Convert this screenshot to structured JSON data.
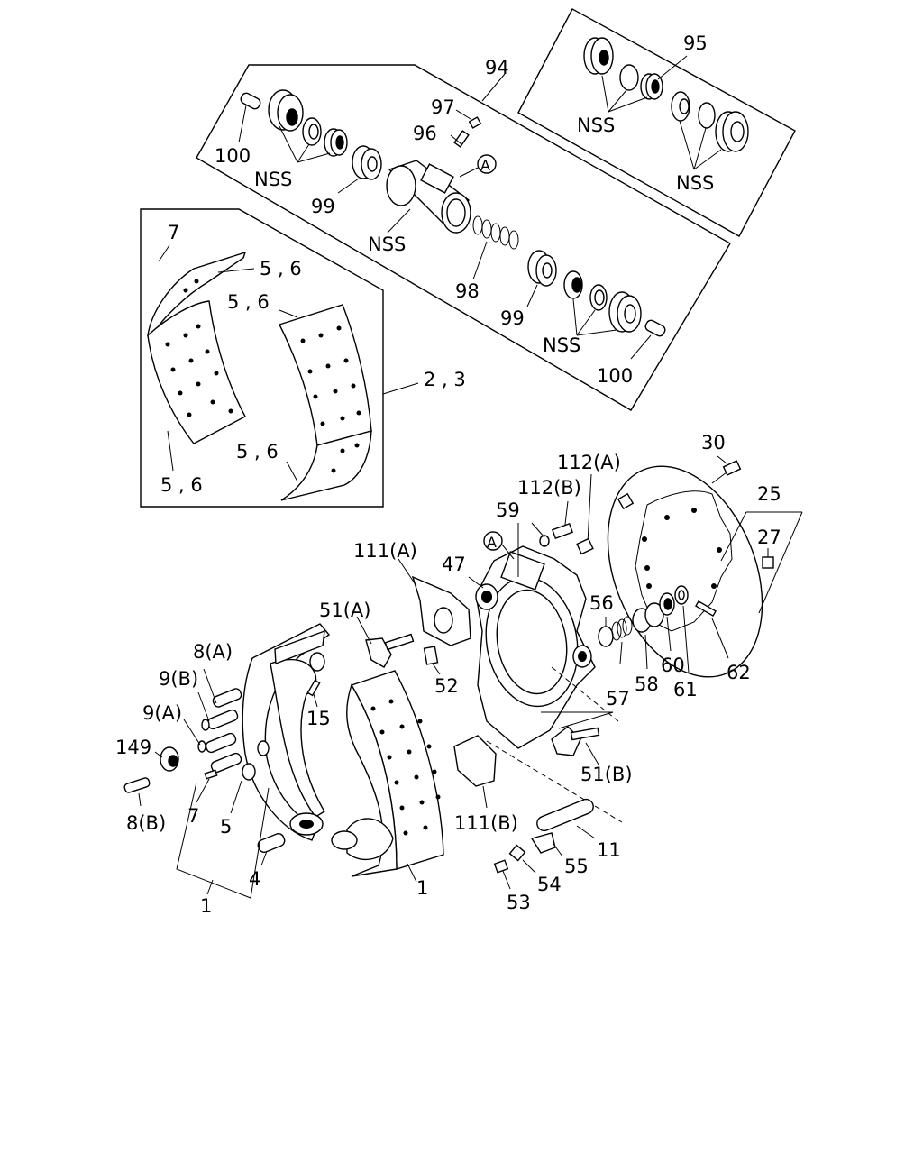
{
  "labels": {
    "l95": "95",
    "l94": "94",
    "l97": "97",
    "l96": "96",
    "l100a": "100",
    "l100b": "100",
    "nss1": "NSS",
    "nss2": "NSS",
    "nss3": "NSS",
    "nss4": "NSS",
    "nss5": "NSS",
    "l99a": "99",
    "l99b": "99",
    "l98": "98",
    "markA1": "A",
    "markA2": "A",
    "l7a": "7",
    "l56a": "5 , 6",
    "l56b": "5 , 6",
    "l56c": "5 , 6",
    "l56d": "5 , 6",
    "l23": "2 , 3",
    "l30": "30",
    "l25": "25",
    "l27": "27",
    "l112a": "112(A)",
    "l112b": "112(B)",
    "l59": "59",
    "l111a": "111(A)",
    "l47": "47",
    "l56": "56",
    "l51a": "51(A)",
    "l52": "52",
    "l8a": "8(A)",
    "l9b": "9(B)",
    "l9a": "9(A)",
    "l149": "149",
    "l8b": "8(B)",
    "l7b": "7",
    "l5": "5",
    "l4": "4",
    "l1a": "1",
    "l1b": "1",
    "l15": "15",
    "l111b": "111(B)",
    "l51b": "51(B)",
    "l57": "57",
    "l58": "58",
    "l60": "60",
    "l61": "61",
    "l62": "62",
    "l11": "11",
    "l55": "55",
    "l54": "54",
    "l53": "53"
  }
}
